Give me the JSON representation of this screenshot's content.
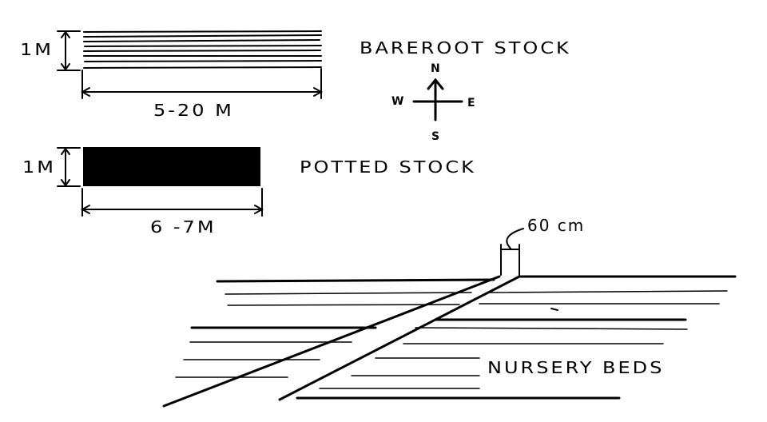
{
  "bareroot": {
    "height_label": "1M",
    "length_label": "5-20 M",
    "title": "BAREROOT STOCK"
  },
  "compass": {
    "north": "N",
    "west": "W",
    "east": "E",
    "south": "S"
  },
  "potted": {
    "height_label": "1M",
    "length_label": "6 -7M",
    "title": "POTTED STOCK"
  },
  "nursery": {
    "path_width_label": "60 cm",
    "title": "NURSERY BEDS"
  },
  "colors": {
    "ink": "#000000",
    "paper": "#ffffff"
  }
}
